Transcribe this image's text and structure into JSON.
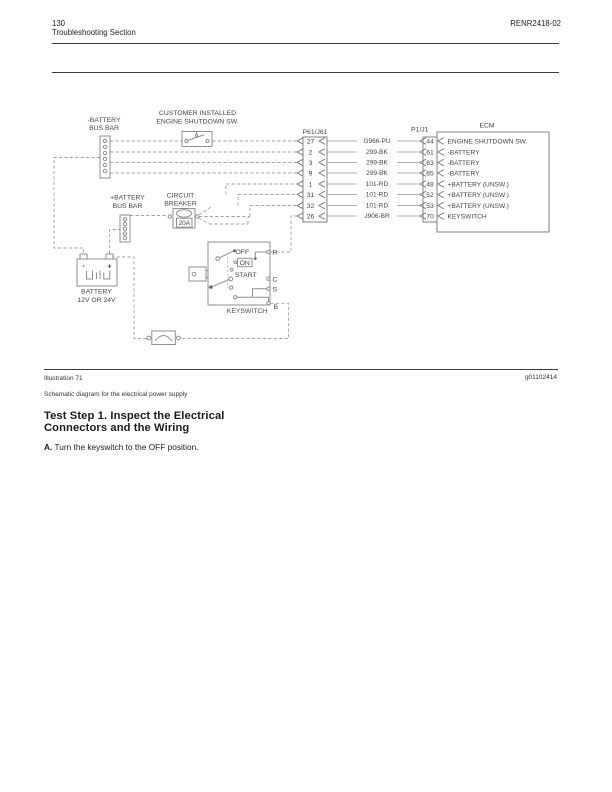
{
  "page_header": {
    "page_number": "130",
    "section_title": "Troubleshooting Section",
    "document_number": "RENR2418-02"
  },
  "diagram": {
    "labels": {
      "neg_bus_line1": "-BATTERY",
      "neg_bus_line2": "BUS BAR",
      "customer_line1": "CUSTOMER INSTALLED",
      "customer_line2": "ENGINE SHUTDOWN SW.",
      "pos_bus_line1": "+BATTERY",
      "pos_bus_line2": "BUS BAR",
      "breaker_line1": "CIRCUIT",
      "breaker_line2": "BREAKER",
      "breaker_rating": "20A",
      "battery_line1": "BATTERY",
      "battery_line2": "12V OR 24V",
      "battery_minus": "-",
      "battery_plus": "+",
      "keyswitch": "KEYSWITCH",
      "key_off": "OFF",
      "key_on": "ON",
      "key_start": "START",
      "terminal_r": "R",
      "terminal_c": "C",
      "terminal_s": "S",
      "terminal_b": "B",
      "p61_connector": "P61/J61",
      "p1_connector": "P1/J1",
      "ecm": "ECM"
    },
    "rows": [
      {
        "p61_pin": "27",
        "wire": "G966-PU",
        "p1_pin": "44",
        "ecm_label": "ENGINE SHUTDOWN SW."
      },
      {
        "p61_pin": "2",
        "wire": "299-BK",
        "p1_pin": "61",
        "ecm_label": "-BATTERY"
      },
      {
        "p61_pin": "3",
        "wire": "299-BK",
        "p1_pin": "63",
        "ecm_label": "-BATTERY"
      },
      {
        "p61_pin": "9",
        "wire": "299-BK",
        "p1_pin": "65",
        "ecm_label": "-BATTERY"
      },
      {
        "p61_pin": "1",
        "wire": "101-RD",
        "p1_pin": "48",
        "ecm_label": "+BATTERY (UNSW.)"
      },
      {
        "p61_pin": "31",
        "wire": "101-RD",
        "p1_pin": "52",
        "ecm_label": "+BATTERY (UNSW.)"
      },
      {
        "p61_pin": "32",
        "wire": "101-RD",
        "p1_pin": "53",
        "ecm_label": "+BATTERY (UNSW.)"
      },
      {
        "p61_pin": "26",
        "wire": "J906-BR",
        "p1_pin": "70",
        "ecm_label": "KEYSWITCH"
      }
    ]
  },
  "figure_caption": {
    "illustration": "Illustration 71",
    "figure_code": "g01102414",
    "description": "Schematic diagram for the electrical power supply"
  },
  "body": {
    "heading_line1": "Test Step 1. Inspect the Electrical",
    "heading_line2": "Connectors and the Wiring",
    "step_letter": "A.",
    "step_text": " Turn the keyswitch to the OFF position."
  },
  "colors": {
    "page_background": "#ffffff",
    "text": "#2b2b2b",
    "diagram_solid_line": "#8f8f8f",
    "diagram_dashed_line": "#a2a2a2"
  }
}
